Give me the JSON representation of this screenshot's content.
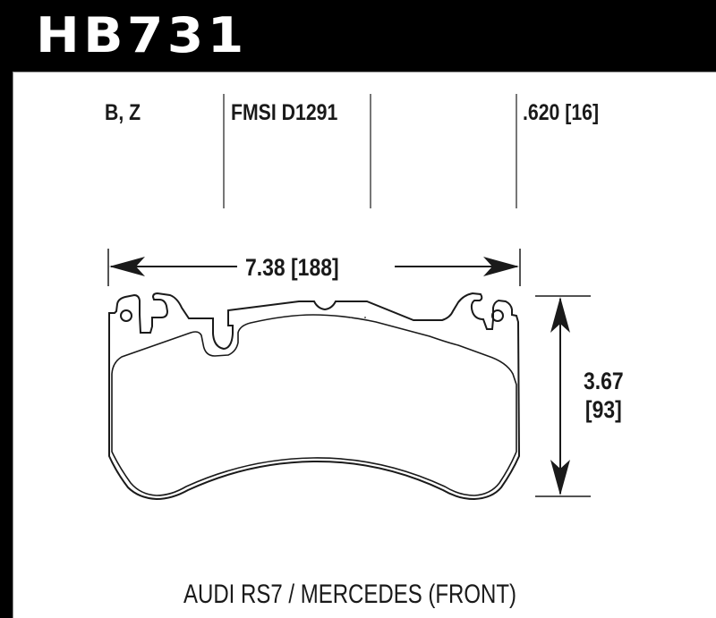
{
  "header": {
    "part_number": "HB731"
  },
  "specs": {
    "compound": "B, Z",
    "fmsi": "FMSI D1291",
    "thickness": ".620 [16]"
  },
  "dimensions": {
    "width": "7.38 [188]",
    "height_in": "3.67",
    "height_mm": "[93]"
  },
  "caption": "AUDI RS7 / MERCEDES (FRONT)",
  "colors": {
    "frame": "#000000",
    "background": "#ffffff",
    "line": "#1a1a1a",
    "divider": "#777777"
  }
}
